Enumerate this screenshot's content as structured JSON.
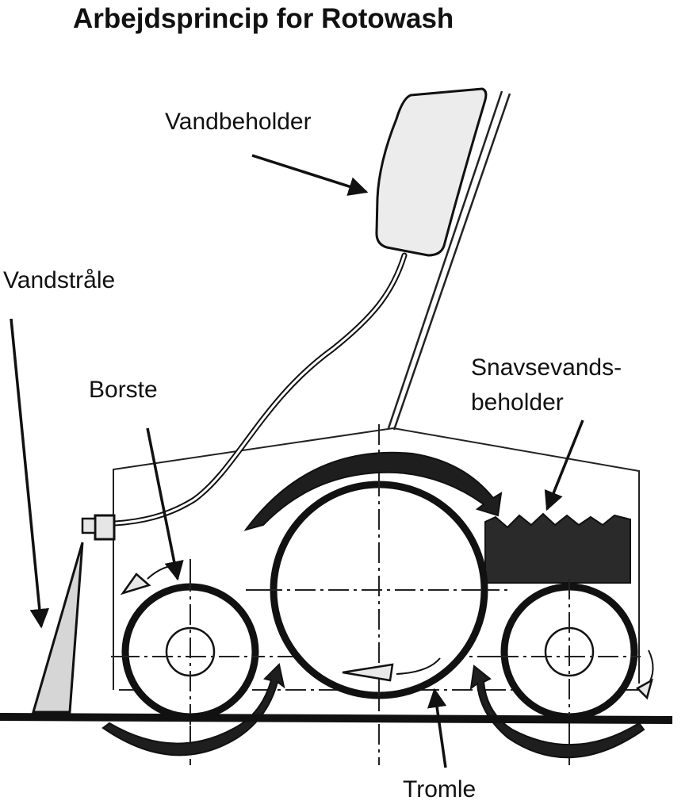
{
  "title": "Arbejdsprincip for Rotowash",
  "labels": {
    "water_tank": "Vandbeholder",
    "water_jet": "Vandstråle",
    "brush": "Borste",
    "dirty_tank_line1": "Snavsevands-",
    "dirty_tank_line2": "beholder",
    "drum": "Tromle"
  }
}
